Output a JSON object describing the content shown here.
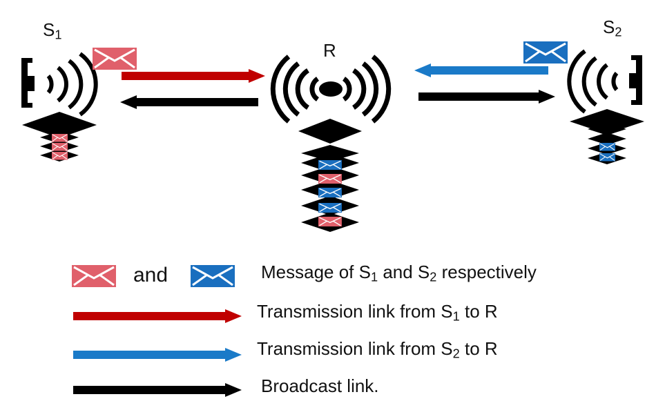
{
  "nodes": {
    "s1": {
      "label": "S",
      "sub": "1"
    },
    "r": {
      "label": "R"
    },
    "s2": {
      "label": "S",
      "sub": "2"
    }
  },
  "legend": {
    "and": "and",
    "messages": {
      "a": "Message of  S",
      "b": "1",
      "c": " and S",
      "d": "2",
      "e": " respectively"
    },
    "link_s1": {
      "a": "Transmission link from S",
      "b": "1",
      "c": " to R"
    },
    "link_s2": {
      "a": "Transmission link from S",
      "b": "2",
      "c": " to R"
    },
    "broadcast": "Broadcast link."
  },
  "colors": {
    "s1_message": "#e0606b",
    "s2_message": "#1a6fbf",
    "s1_link": "#c00000",
    "s2_link": "#1a7ac8",
    "broadcast": "#000000"
  }
}
